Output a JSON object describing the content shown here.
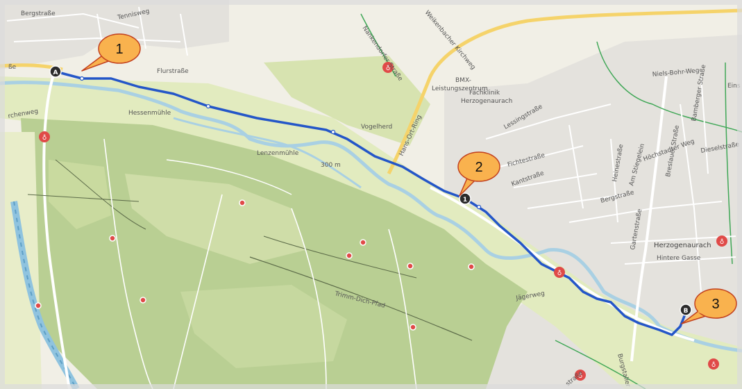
{
  "labels": {
    "bergstrasse_nw": "Bergstraße",
    "tennisweg": "Tennisweg",
    "be": "ße",
    "flurstrasse": "Flurstraße",
    "rchenweg": "rchenweg",
    "hessenmuehle": "Hessenmühle",
    "lenzenmuehle": "Lenzenmühle",
    "elev300": "300 m",
    "vogelherd": "Vogelherd",
    "nankendorfer": "Nankendorfer Straße",
    "weikenbacher": "Weikenbacher Kirchweg",
    "hans_ort_ring": "Hans-Ort-Ring",
    "bmx": "BMX-",
    "leistungszentrum": "Leistungszentrum",
    "fachklinik": "Fachklinik",
    "herzogenaurach_klinik": "Herzogenaurach",
    "lessingstrasse": "Lessingstraße",
    "fichtestrasse": "Fichtestraße",
    "kantstrasse": "Kantstraße",
    "niels_bohr": "Niels-Bohr-Weg",
    "bamberger": "Bamberger Straße",
    "eins": "Eins",
    "heinestrasse": "Heinestraße",
    "am_stiegelein": "Am Stiegelein",
    "breslauer": "Breslauer Straße",
    "dieselstrasse": "Dieselstraße",
    "hoechstadter": "Höchstadter Weg",
    "bergstrasse_e": "Bergstraße",
    "gartenstrasse": "Gartenstraße",
    "herzogenaurach": "Herzogenaurach",
    "hintere_gasse": "Hintere Gasse",
    "jaegerweg": "Jägerweg",
    "trimm_dich": "Trimm-Dich-Pfad",
    "burgstaller": "Burgstaller",
    "strasse_s": "straße"
  },
  "markers": {
    "start": "A",
    "waypoint": "1",
    "end": "B"
  },
  "callouts": [
    "1",
    "2",
    "3"
  ],
  "colors": {
    "route": "#2456c8",
    "river": "#9ec9de",
    "forest": "#b5cc8e",
    "meadow": "#dde8b8",
    "urban": "#e2e2e2",
    "callout_fill": "#f9b24e",
    "callout_stroke": "#c2401e",
    "poi_red": "#e04a48"
  }
}
